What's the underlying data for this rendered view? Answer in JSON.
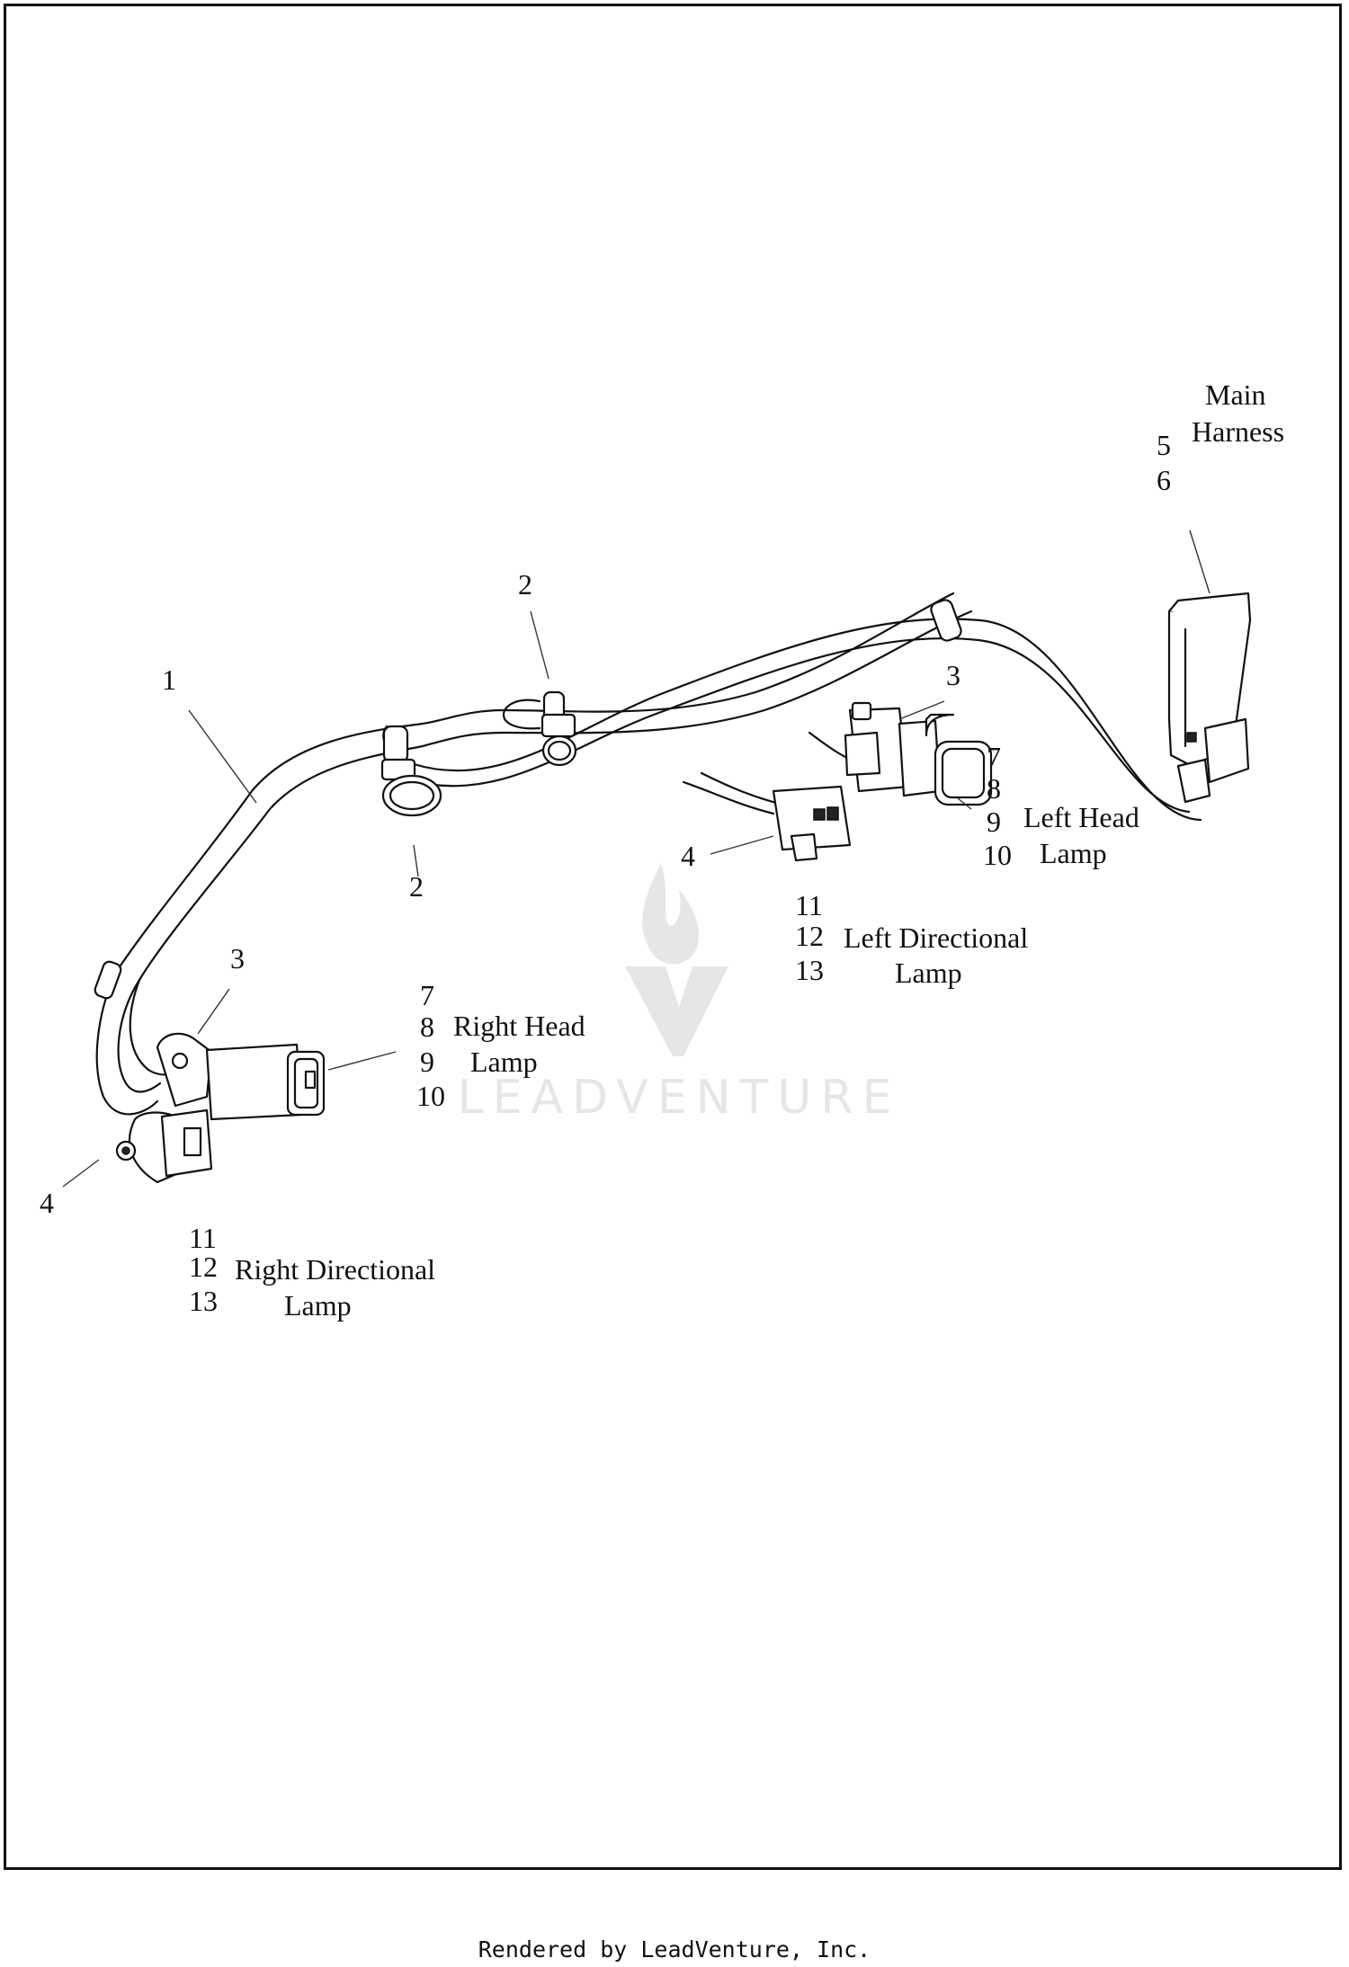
{
  "callouts": {
    "main_harness": {
      "title": [
        "Main",
        "Harness"
      ],
      "numbers": [
        "5",
        "6"
      ]
    },
    "item_1": "1",
    "item_2_top": "2",
    "item_2_bottom": "2",
    "item_3_left": "3",
    "item_3_right": "3",
    "item_4_left": "4",
    "item_4_right": "4",
    "left_head": {
      "numbers": [
        "7",
        "8",
        "9",
        "10"
      ],
      "title": [
        "Left Head",
        "Lamp"
      ]
    },
    "left_directional": {
      "numbers": [
        "11",
        "12",
        "13"
      ],
      "title": [
        "Left Directional",
        "Lamp"
      ]
    },
    "right_head": {
      "numbers": [
        "7",
        "8",
        "9",
        "10"
      ],
      "title": [
        "Right Head",
        "Lamp"
      ]
    },
    "right_directional": {
      "numbers": [
        "11",
        "12",
        "13"
      ],
      "title": [
        "Right Directional",
        "Lamp"
      ]
    }
  },
  "watermark": {
    "text": "LEADVENTURE"
  },
  "footer": {
    "text": "Rendered by LeadVenture, Inc."
  }
}
